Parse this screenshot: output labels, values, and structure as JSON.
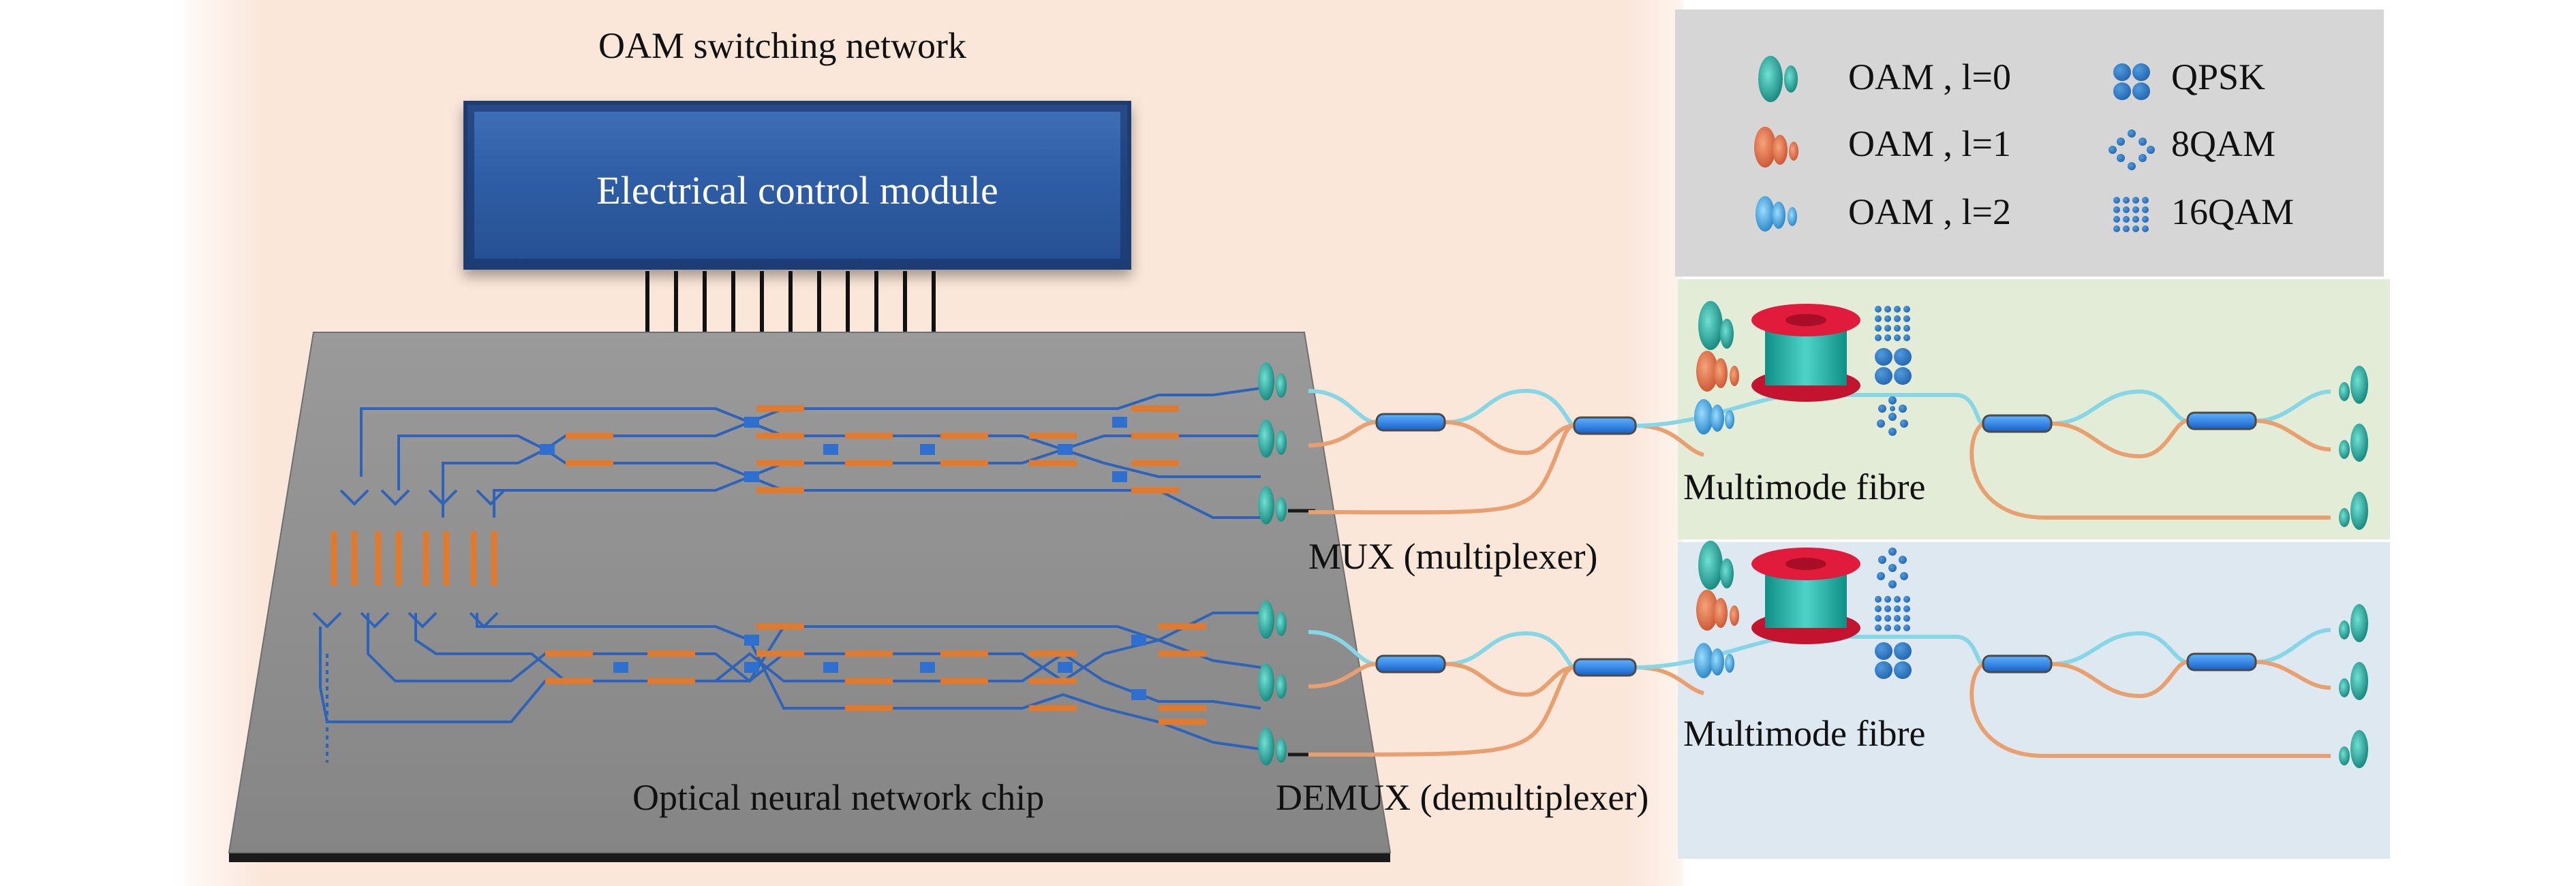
{
  "title": "OAM switching network",
  "control_module_label": "Electrical control module",
  "chip_label": "Optical neural network chip",
  "mux_label": "MUX (multiplexer)",
  "demux_label": "DEMUX (demultiplexer)",
  "fibre_label_top": "Multimode fibre",
  "fibre_label_bottom": "Multimode fibre",
  "legend": {
    "oam": [
      {
        "label": "OAM , l=0",
        "color": "#1e9a8a"
      },
      {
        "label": "OAM , l=1",
        "color": "#e3714a"
      },
      {
        "label": "OAM , l=2",
        "color": "#3fa6dc"
      }
    ],
    "modulation": [
      {
        "label": "QPSK"
      },
      {
        "label": "8QAM"
      },
      {
        "label": "16QAM"
      }
    ]
  },
  "colors": {
    "chip": "#8a8a8a",
    "waveguide": "#2e63b8",
    "phase_shifter": "#e07a2e",
    "control_module": "#2f5ea6",
    "fibre_spool": "#e01b3c",
    "coupler": "#1f7de0",
    "cyan_fibre": "#86d6e6",
    "orange_fibre": "#e8a070"
  }
}
